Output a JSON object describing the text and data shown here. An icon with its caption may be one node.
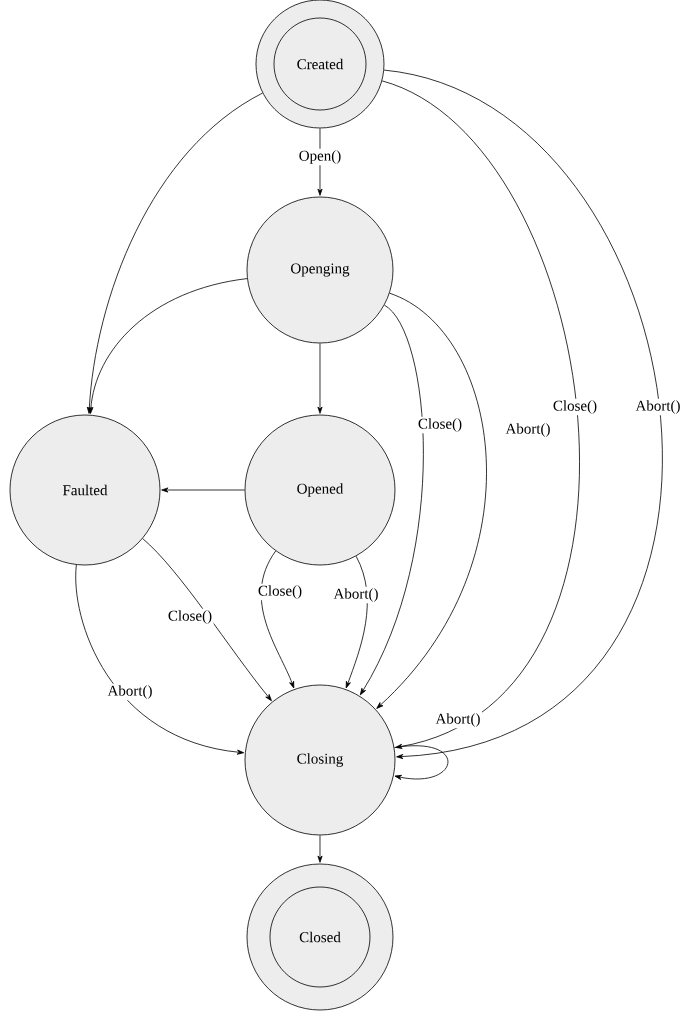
{
  "diagram": {
    "nodes": [
      {
        "text": [
          "Created"
        ]
      },
      {
        "text": [
          "Openging"
        ]
      },
      {
        "text": [
          "Faulted"
        ]
      },
      {
        "text": [
          "Opened"
        ]
      },
      {
        "text": [
          "Closing"
        ]
      },
      {
        "text": [
          "Closed"
        ]
      }
    ],
    "edges": [
      {
        "from": 0,
        "to": 1,
        "arrow": "to",
        "label": "Open()"
      },
      {
        "from": 0,
        "to": 2,
        "arrow": "to"
      },
      {
        "from": 0,
        "to": 4,
        "arrow": "to",
        "label": "Close()"
      },
      {
        "from": 0,
        "to": 4,
        "arrow": "to",
        "label": "Abort()"
      },
      {
        "from": 1,
        "to": 2,
        "arrow": "to"
      },
      {
        "from": 1,
        "to": 3,
        "arrow": "to"
      },
      {
        "from": 1,
        "to": 4,
        "arrow": "to",
        "label": "Close()"
      },
      {
        "from": 1,
        "to": 4,
        "arrow": "to",
        "label": "Abort()"
      },
      {
        "from": 3,
        "to": 2,
        "arrow": "to"
      },
      {
        "from": 3,
        "to": 4,
        "arrow": "to",
        "label": "Close()"
      },
      {
        "from": 3,
        "to": 4,
        "arrow": "to",
        "label": "Abort()"
      },
      {
        "from": 2,
        "to": 4,
        "arrow": "to",
        "label": "Close()"
      },
      {
        "from": 2,
        "to": 4,
        "arrow": "to",
        "label": "Abort()"
      },
      {
        "from": 4,
        "to": 4,
        "arrow": "to",
        "label": "Abort()"
      },
      {
        "from": 4,
        "to": 5,
        "arrow": "to"
      }
    ]
  }
}
